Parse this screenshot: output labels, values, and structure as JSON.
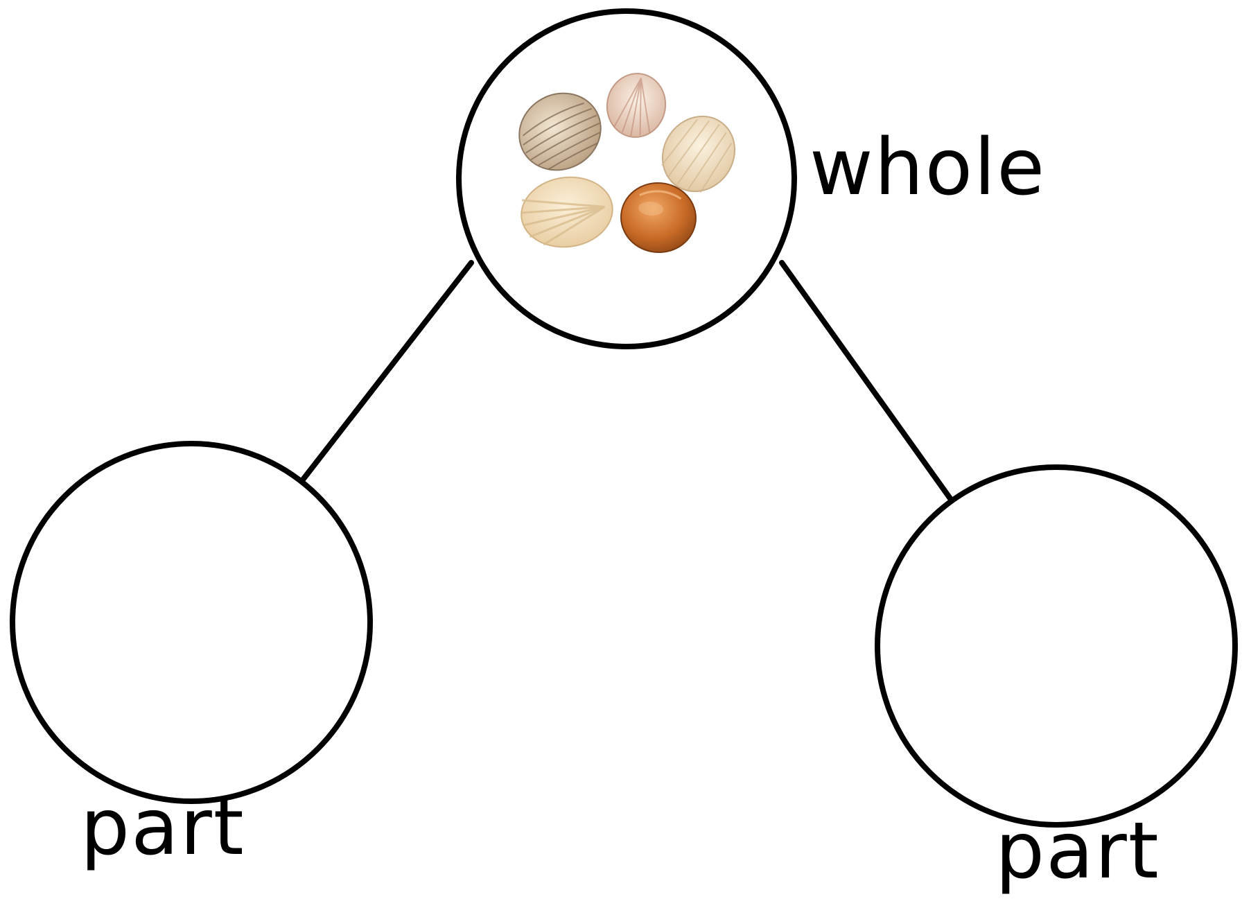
{
  "labels": {
    "whole": "whole",
    "part_left": "part",
    "part_right": "part"
  },
  "whole_content": {
    "icon": "seashells-icon",
    "shell_count": 5
  },
  "colors": {
    "stroke": "#000000",
    "background": "#ffffff"
  }
}
